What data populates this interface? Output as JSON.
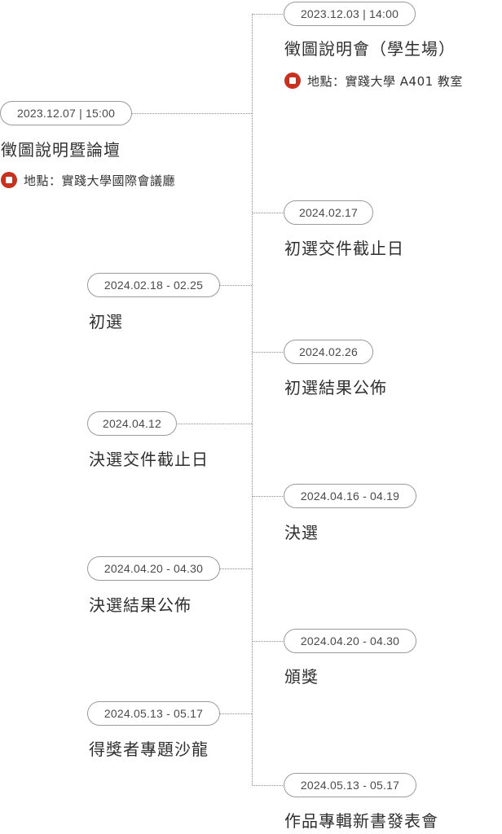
{
  "timeline": {
    "events": [
      {
        "date": "2023.12.03 | 14:00",
        "title": "徵圖說明會（學生場）",
        "location": "地點：實踐大學 A401 教室"
      },
      {
        "date": "2023.12.07 | 15:00",
        "title": "徵圖說明暨論壇",
        "location": "地點：實踐大學國際會議廳"
      },
      {
        "date": "2024.02.17",
        "title": "初選交件截止日"
      },
      {
        "date": "2024.02.18 - 02.25",
        "title": "初選"
      },
      {
        "date": "2024.02.26",
        "title": "初選結果公佈"
      },
      {
        "date": "2024.04.12",
        "title": "決選交件截止日"
      },
      {
        "date": "2024.04.16 - 04.19",
        "title": "決選"
      },
      {
        "date": "2024.04.20 - 04.30",
        "title": "決選結果公佈"
      },
      {
        "date": "2024.04.20 - 04.30",
        "title": "頒獎"
      },
      {
        "date": "2024.05.13 - 05.17",
        "title": "得獎者專題沙龍"
      },
      {
        "date": "2024.05.13 - 05.17",
        "title": "作品專輯新書發表會"
      }
    ]
  },
  "colors": {
    "line": "#8a8a8a",
    "pill_border": "#9a9a9a",
    "text": "#2f2f2f",
    "location_icon": "#c6321f"
  },
  "icons": {
    "location": "location-pin-icon"
  }
}
